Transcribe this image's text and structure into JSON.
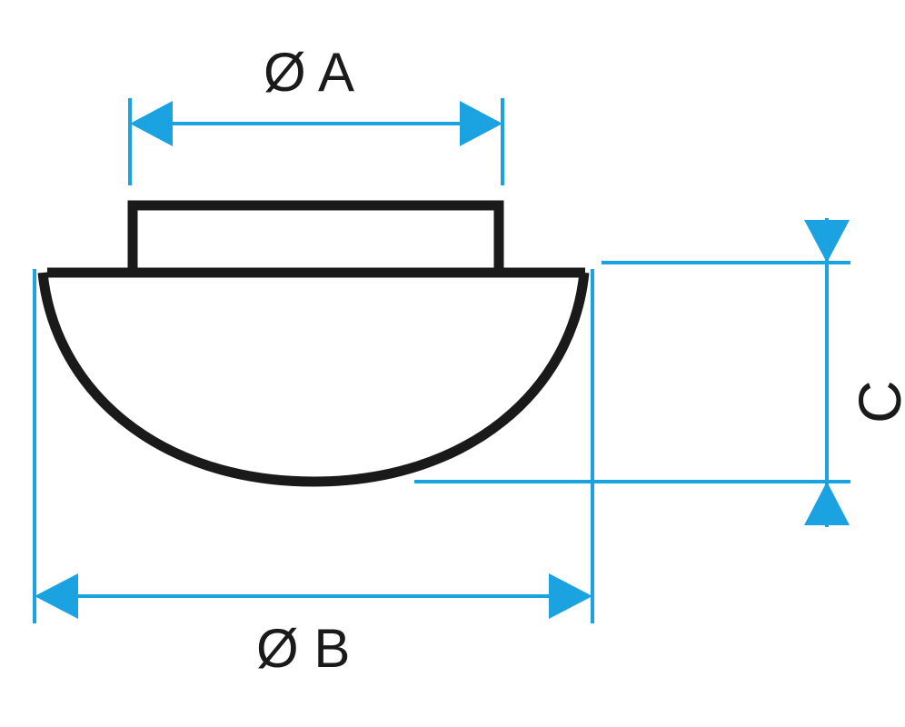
{
  "diagram": {
    "labels": {
      "diameter_a": "Ø A",
      "diameter_b": "Ø B",
      "height_c": "C"
    },
    "colors": {
      "outline": "#1a1a1a",
      "dimension": "#1aa3e0",
      "background": "#ffffff"
    }
  }
}
